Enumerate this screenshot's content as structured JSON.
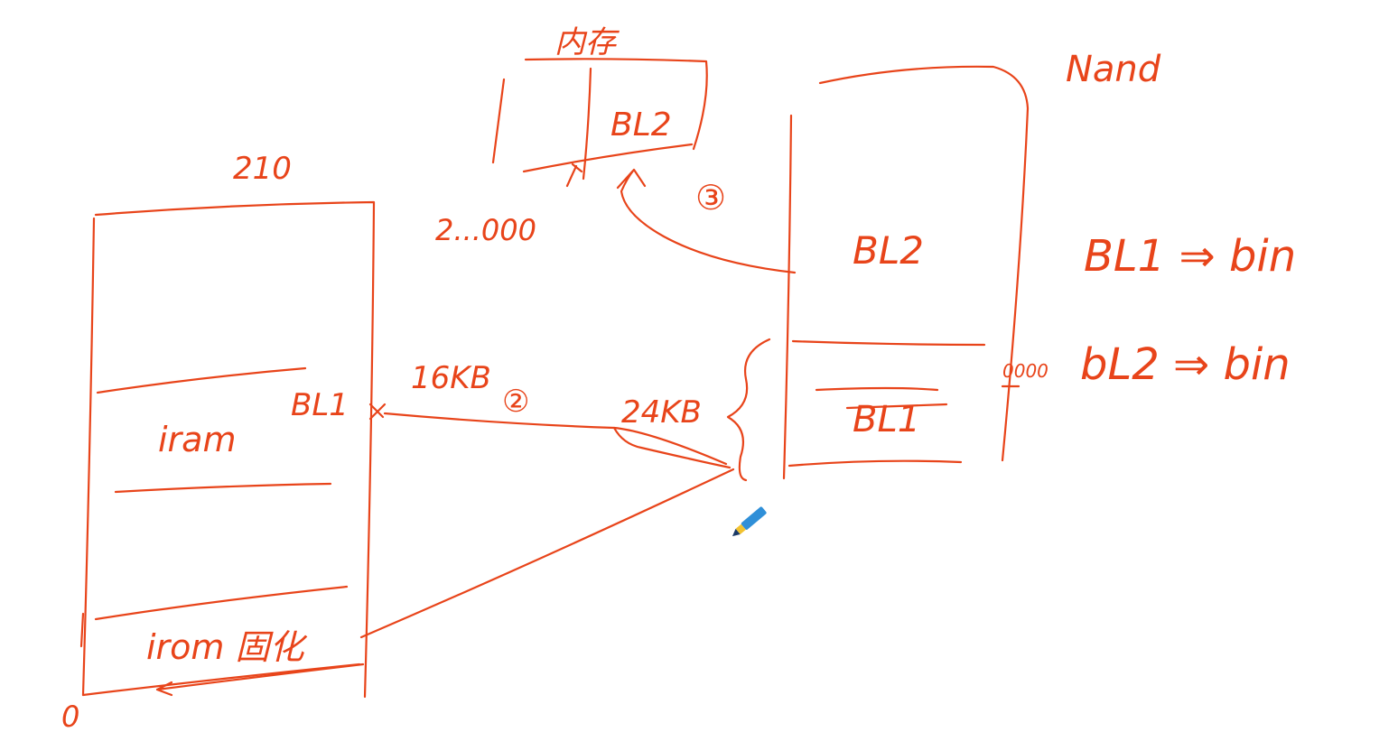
{
  "sketch": {
    "ink_color": "#e8441a",
    "memory_box": {
      "title": "内存",
      "bl2_label": "BL2",
      "address": "2...000",
      "step": "③"
    },
    "soc_box": {
      "title": "210",
      "iram_label": "iram",
      "bl1_label": "BL1",
      "irom_label": "irom 固化",
      "zero_label": "0"
    },
    "nand_box": {
      "title": "Nand",
      "bl2_label": "BL2",
      "bl1_label": "BL1",
      "offset_label": "0000"
    },
    "transfer": {
      "size_16kb": "16KB",
      "step_2": "②",
      "size_24kb": "24KB"
    },
    "notes": {
      "bl1_bin": "BL1 ⇒ bin",
      "bl2_bin": "bL2 ⇒ bin"
    },
    "pen_cursor_icon": "pen-icon",
    "pen_colors": [
      "#2f8fd8",
      "#f2c230",
      "#1b3a66"
    ]
  }
}
